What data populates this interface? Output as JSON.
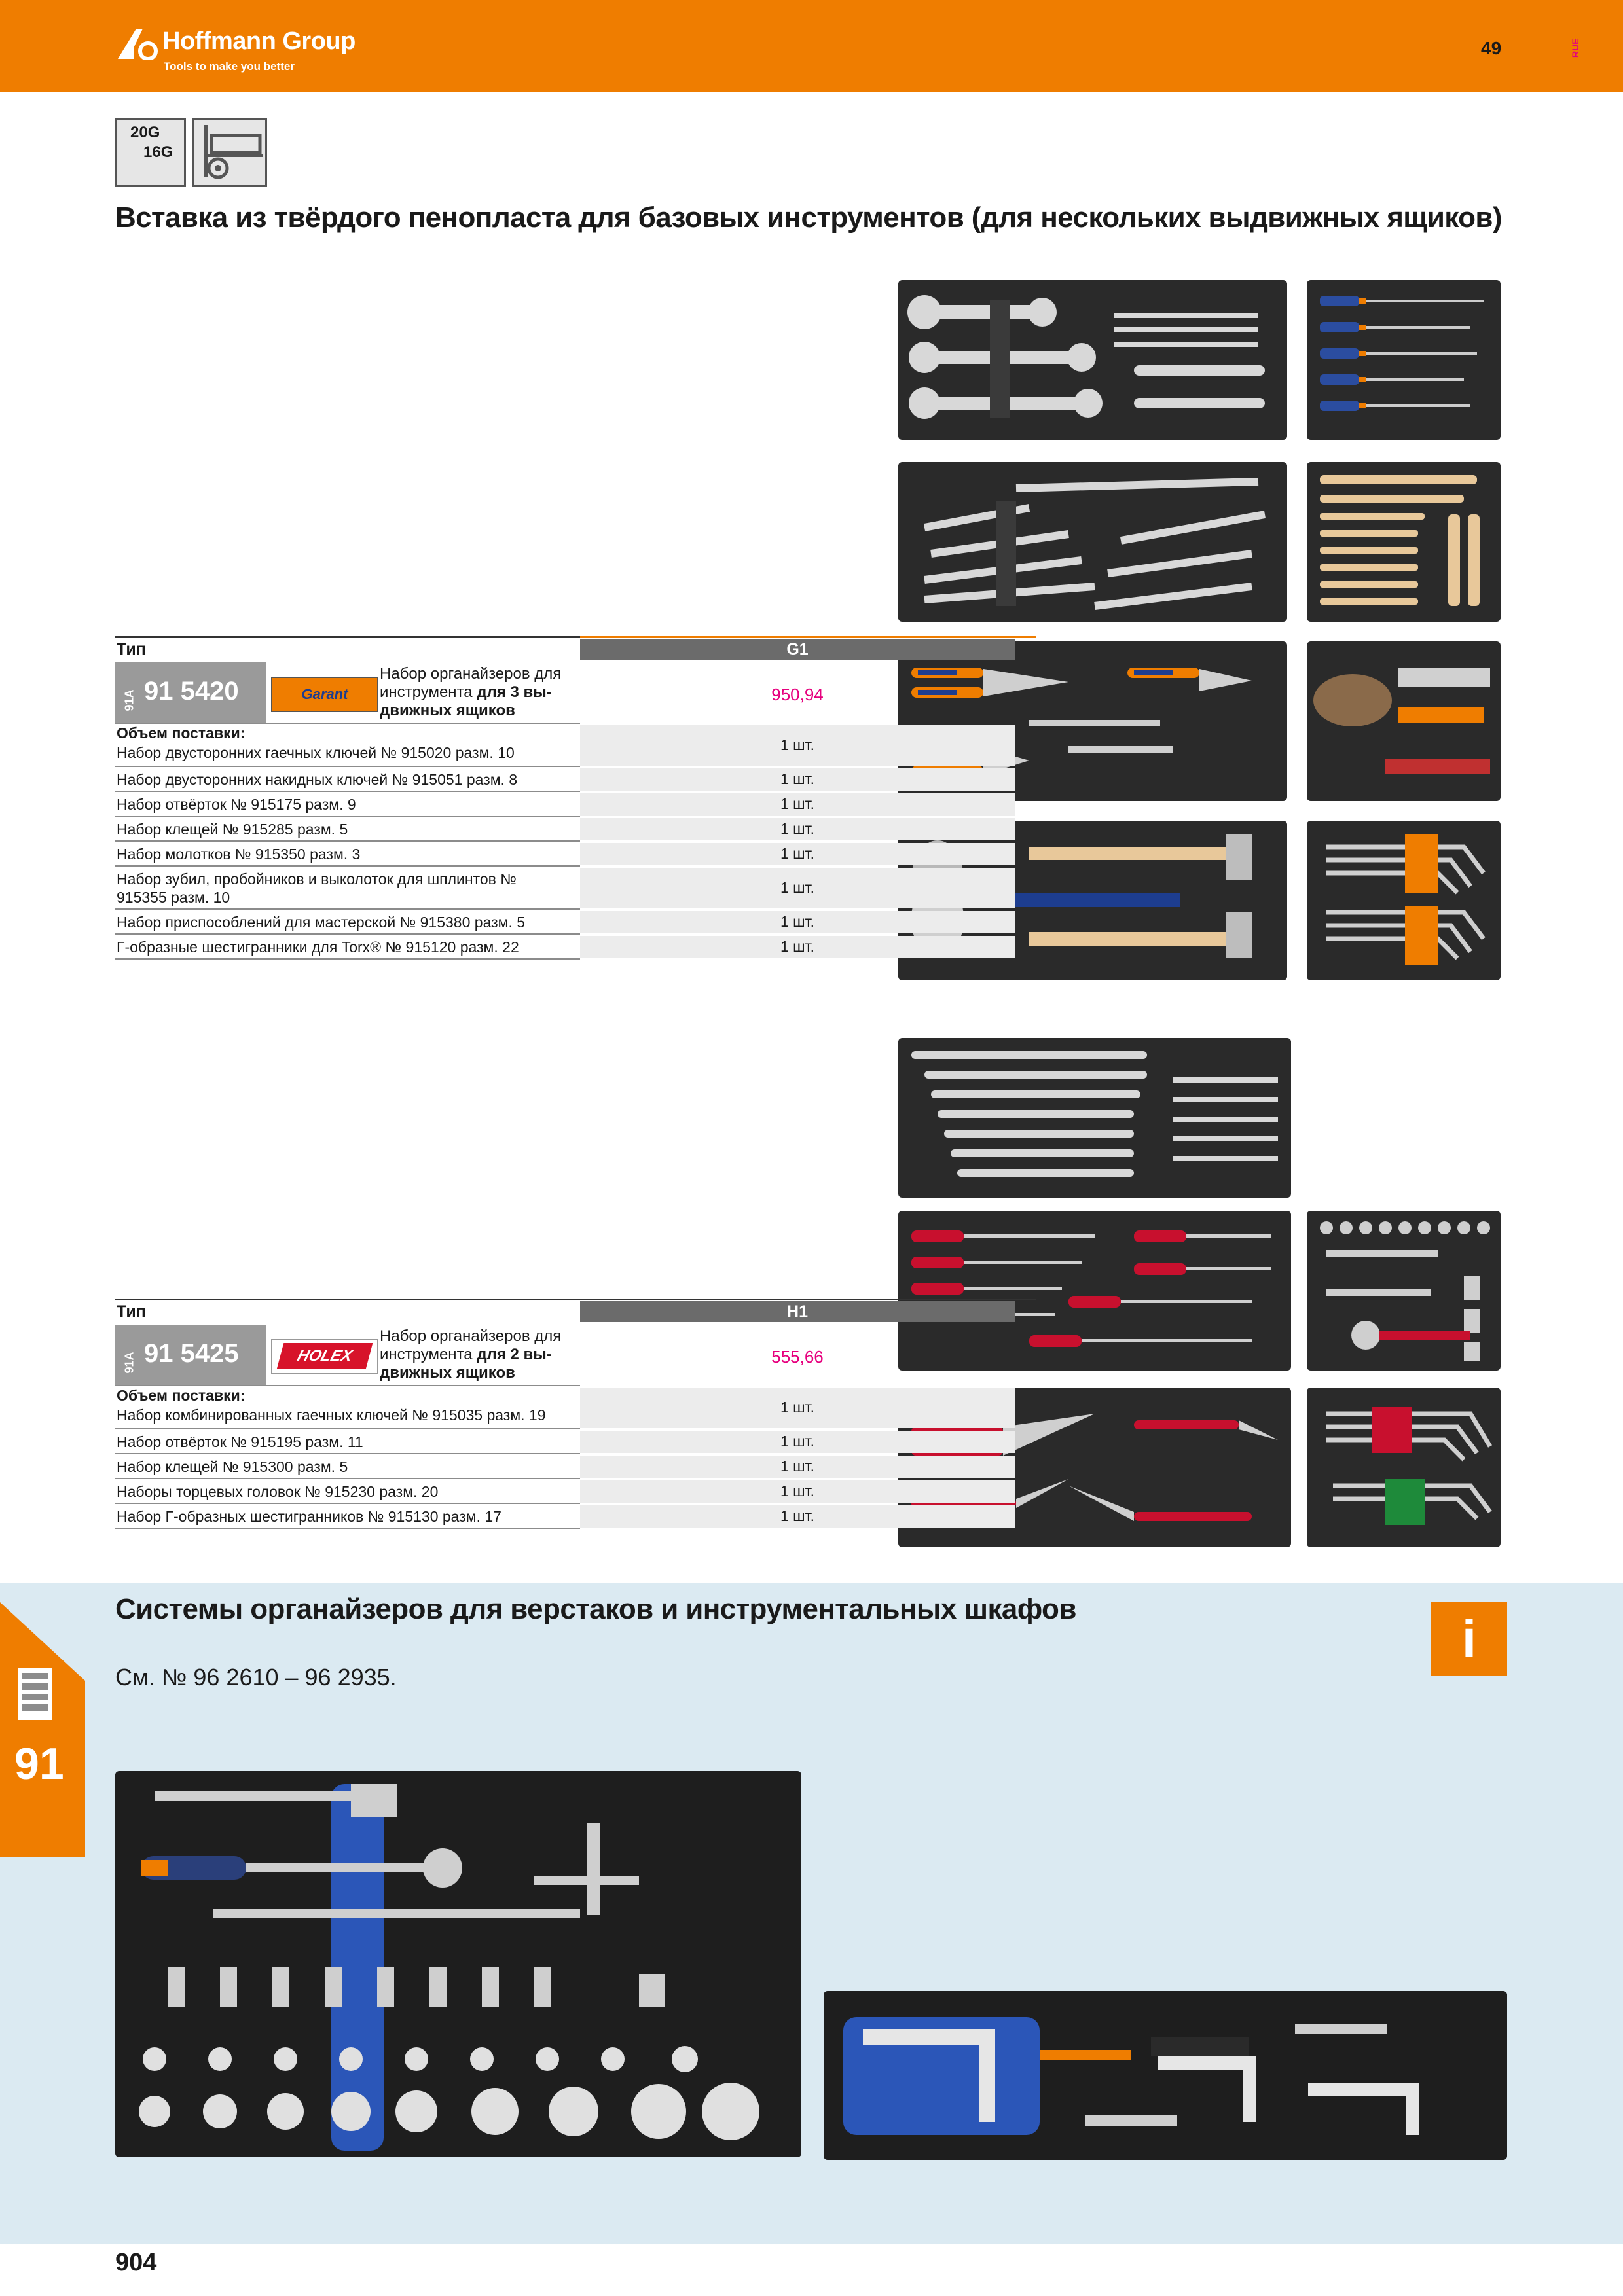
{
  "header": {
    "brand": "Hoffmann Group",
    "tagline": "Tools to make you better",
    "page_ref": "49",
    "lang": "RUE",
    "logo_icon": "hoffmann-logo-icon",
    "bg_color": "#ef7d00"
  },
  "badges": {
    "sizes_line1": "20G",
    "sizes_line2": "16G",
    "drawer_icon": "drawer-icon"
  },
  "section1": {
    "title": "Вставка из твёрдого пенопласта для базовых инструментов (для нескольких выдвижных ящиков)"
  },
  "table1": {
    "type_label": "Тип",
    "column": "G1",
    "prefix": "91A",
    "article": "91 5420",
    "brand": "Garant",
    "desc_a": "Набор органайзеров для",
    "desc_b": "инструмента ",
    "desc_bold1": "для 3 вы-",
    "desc_bold2": "движных ящиков",
    "price": "950,94",
    "scope_label": "Объем поставки:",
    "rows": [
      {
        "text": "Набор двусторонних гаечных ключей № 915020 разм. 10",
        "qty": "1 шт."
      },
      {
        "text": "Набор двусторонних накидных ключей № 915051 разм. 8",
        "qty": "1 шт."
      },
      {
        "text": "Набор отвёрток № 915175 разм. 9",
        "qty": "1 шт."
      },
      {
        "text": "Набор клещей № 915285 разм. 5",
        "qty": "1 шт."
      },
      {
        "text": "Набор молотков № 915350 разм. 3",
        "qty": "1 шт."
      },
      {
        "text": "Набор зубил, пробойников и выколоток для шплинтов №",
        "text2": "915355 разм. 10",
        "qty": "1 шт."
      },
      {
        "text": "Набор приспособлений для мастерской № 915380 разм. 5",
        "qty": "1 шт."
      },
      {
        "text": "Г-образные шестигранники для Torx® № 915120 разм. 22",
        "qty": "1 шт."
      }
    ]
  },
  "table2": {
    "type_label": "Тип",
    "column": "H1",
    "prefix": "91A",
    "article": "91 5425",
    "brand": "HOLEX",
    "desc_a": "Набор органайзеров для",
    "desc_b": "инструмента ",
    "desc_bold1": "для 2 вы-",
    "desc_bold2": "движных ящиков",
    "price": "555,66",
    "scope_label": "Объем поставки:",
    "rows": [
      {
        "text": "Набор комбинированных гаечных ключей № 915035 разм. 19",
        "qty": "1 шт."
      },
      {
        "text": "Набор отвёрток № 915195 разм. 11",
        "qty": "1 шт."
      },
      {
        "text": "Набор клещей № 915300 разм. 5",
        "qty": "1 шт."
      },
      {
        "text": "Наборы торцевых головок № 915230 разм. 20",
        "qty": "1 шт."
      },
      {
        "text": "Набор Г-образных шестигранников № 915130 разм. 17",
        "qty": "1 шт."
      }
    ]
  },
  "section2": {
    "title": "Системы органайзеров для верстаков и инструментальных шкафов",
    "see": "См. № 96 2610 – 96 2935.",
    "info_glyph": "i",
    "tab_number": "91",
    "tab_icon": "cabinet-icon"
  },
  "footer": {
    "page_number": "904"
  },
  "colors": {
    "accent": "#ef7d00",
    "price": "#e6007e",
    "section_bg": "#dbeaf2",
    "foam": "#2a2a2a"
  }
}
